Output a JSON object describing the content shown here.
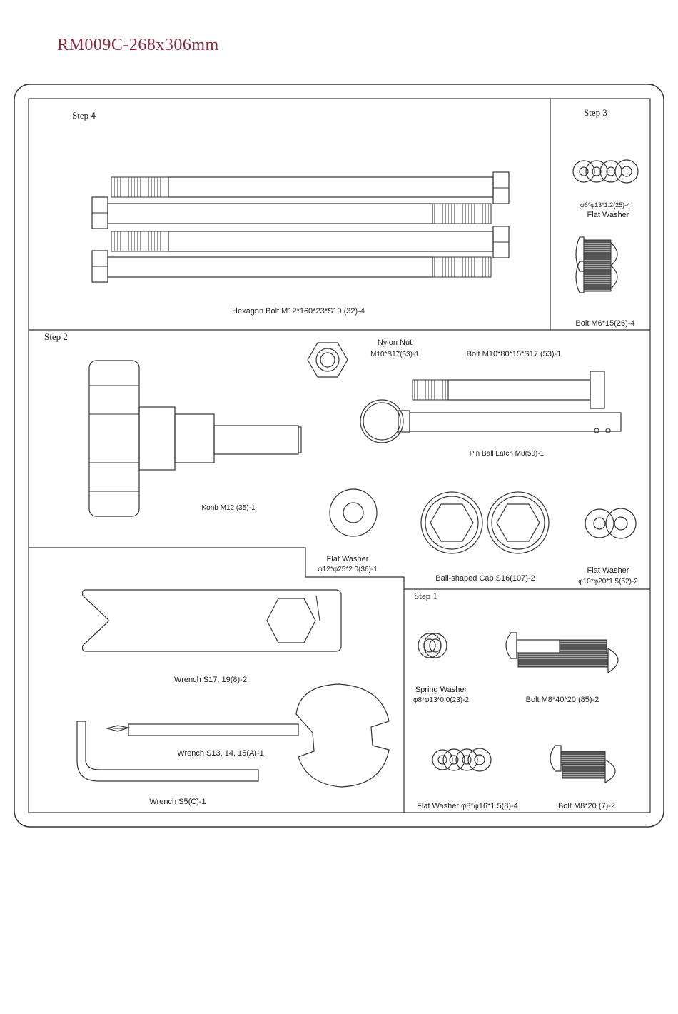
{
  "title": "RM009C-268x306mm",
  "steps": {
    "step4": "Step 4",
    "step3": "Step 3",
    "step2": "Step 2",
    "step1": "Step 1"
  },
  "parts": {
    "hexagon_bolt": "Hexagon Bolt M12*160*23*S19 (32)-4",
    "flat_washer_6_size": "φ6*φ13*1.2(25)-4",
    "flat_washer_6_name": "Flat Washer",
    "bolt_m6": "Bolt M6*15(26)-4",
    "nylon_nut_name": "Nylon Nut",
    "nylon_nut_size": "M10*S17(53)-1",
    "bolt_m10": "Bolt M10*80*15*S17 (53)-1",
    "pin_ball_latch": "Pin Ball Latch M8(50)-1",
    "knob": "Konb M12 (35)-1",
    "flat_washer_12_name": "Flat Washer",
    "flat_washer_12_size": "φ12*φ25*2.0(36)-1",
    "ball_cap": "Ball-shaped Cap S16(107)-2",
    "flat_washer_10_name": "Flat Washer",
    "flat_washer_10_size": "φ10*φ20*1.5(52)-2",
    "wrench_17_19": "Wrench S17, 19(8)-2",
    "wrench_13_15": "Wrench S13, 14, 15(A)-1",
    "wrench_s5": "Wrench S5(C)-1",
    "spring_washer_name": "Spring Washer",
    "spring_washer_size": "φ8*φ13*0.0(23)-2",
    "bolt_m8_40": "Bolt M8*40*20 (85)-2",
    "flat_washer_8": "Flat Washer φ8*φ16*1.5(8)-4",
    "bolt_m8_20": "Bolt M8*20 (7)-2"
  },
  "colors": {
    "title": "#8a2d3c",
    "line": "#333333"
  }
}
